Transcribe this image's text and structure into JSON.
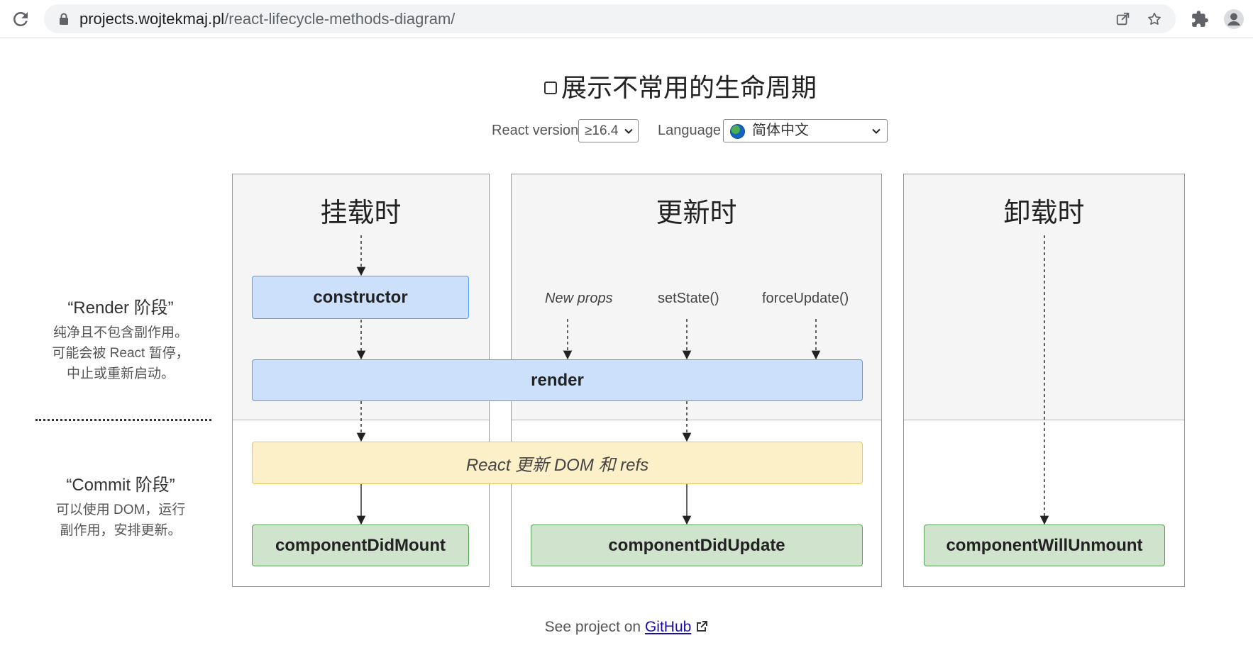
{
  "browser": {
    "url_host": "projects.wojtekmaj.pl",
    "url_path": "/react-lifecycle-methods-diagram/"
  },
  "controls": {
    "show_rare_label": "展示不常用的生命周期",
    "show_rare_checked": false,
    "version_label": "React version",
    "version_value": "≥16.4",
    "language_label": "Language",
    "language_value": "简体中文"
  },
  "phases": {
    "render": {
      "title": "“Render 阶段”",
      "desc_lines": [
        "纯净且不包含副作用。",
        "可能会被 React 暂停，",
        "中止或重新启动。"
      ]
    },
    "commit": {
      "title": "“Commit 阶段”",
      "desc_lines": [
        "可以使用 DOM，运行",
        "副作用，安排更新。"
      ]
    }
  },
  "columns": {
    "mounting": "挂载时",
    "updating": "更新时",
    "unmounting": "卸载时"
  },
  "triggers": {
    "new_props": "New props",
    "set_state": "setState()",
    "force_update": "forceUpdate()"
  },
  "methods": {
    "constructor": "constructor",
    "render": "render",
    "dom_update": "React 更新 DOM 和 refs",
    "did_mount": "componentDidMount",
    "did_update": "componentDidUpdate",
    "will_unmount": "componentWillUnmount"
  },
  "footer": {
    "prefix": "See project on",
    "link": "GitHub"
  },
  "colors": {
    "render_box": "#cce0fb",
    "commit_box": "#cfe3cd",
    "dom_box": "#fcf0c9",
    "render_phase_bg": "#f5f5f5"
  }
}
